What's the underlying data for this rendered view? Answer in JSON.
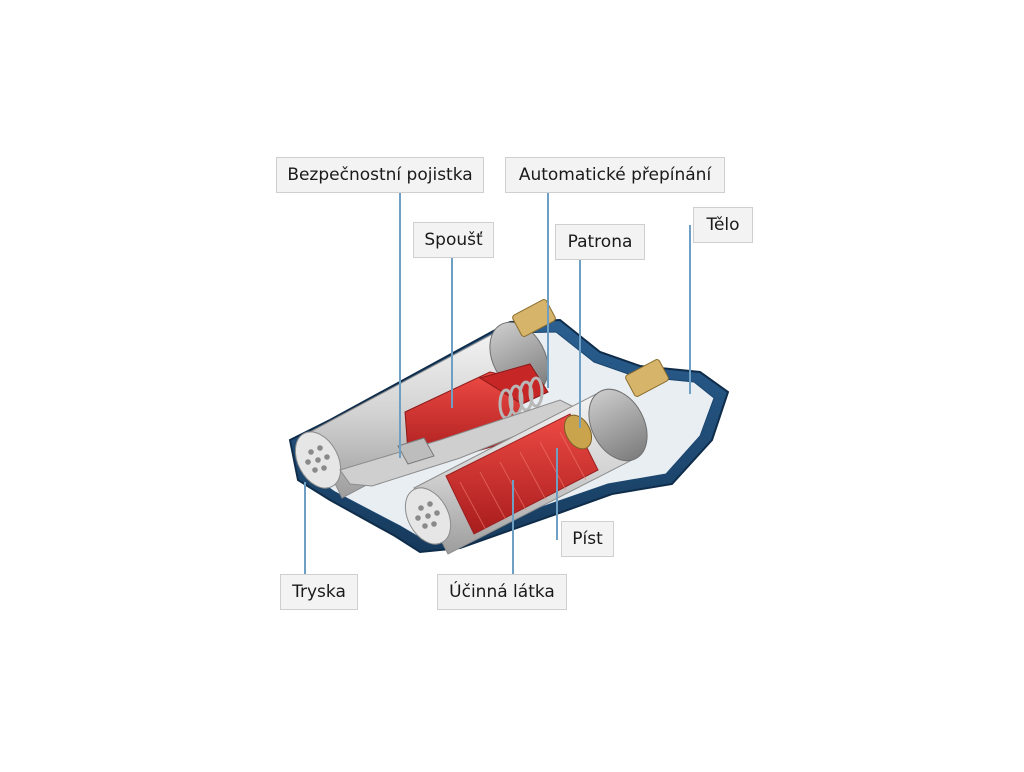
{
  "labels": {
    "safety": "Bezpečnostní pojistka",
    "auto_switch": "Automatické přepínání",
    "trigger": "Spoušť",
    "cartridge": "Patrona",
    "body": "Tělo",
    "piston": "Píst",
    "nozzle": "Tryska",
    "agent": "Účinná látka"
  },
  "colors": {
    "housing": "#1f4e79",
    "housing_dark": "#163a5c",
    "trigger": "#d42b2b",
    "agent": "#d9413a",
    "canister": "#d8d8d8",
    "leader": "#6f9fc2"
  }
}
